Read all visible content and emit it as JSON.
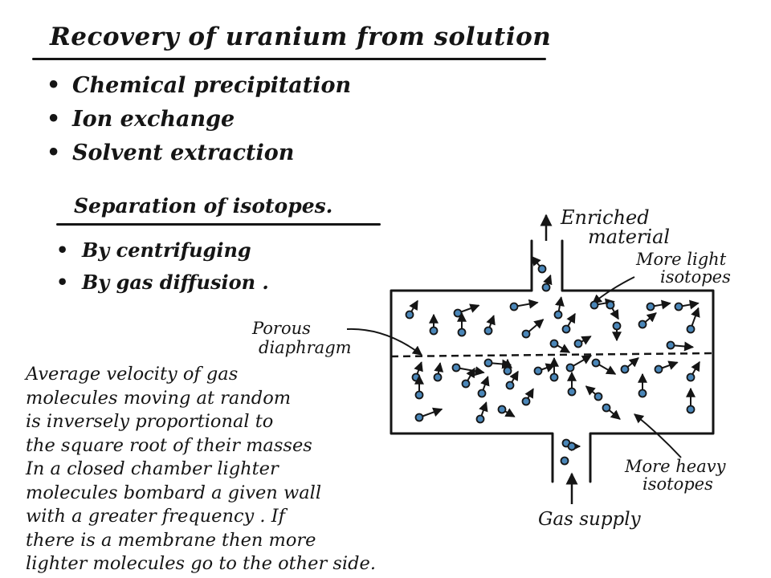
{
  "heading_recovery": "Recovery of uranium from solution",
  "recovery_methods": [
    "Chemical precipitation",
    "Ion exchange",
    "Solvent extraction"
  ],
  "heading_separation": "Separation of isotopes.",
  "separation_methods": [
    "By centrifuging",
    "By gas diffusion ."
  ],
  "explanation": "Average velocity of gas\nmolecules moving at random\nis inversely proportional to\nthe square root of their masses\nIn a closed chamber lighter\nmolecules bombard a given wall\nwith a greater frequency . If\nthere is a membrane then more\nlighter molecules go to the other side.",
  "diagram": {
    "label_enriched": "Enriched",
    "label_material": "material",
    "label_more_light": "More light",
    "label_light_isotopes": "isotopes",
    "label_porous": "Porous",
    "label_diaphragm": "diaphragm",
    "label_more_heavy": "More heavy",
    "label_heavy_isotopes": "isotopes",
    "label_gas_supply": "Gas supply",
    "colors": {
      "ink": "#151515",
      "molecule_fill": "#4a86b8"
    }
  }
}
